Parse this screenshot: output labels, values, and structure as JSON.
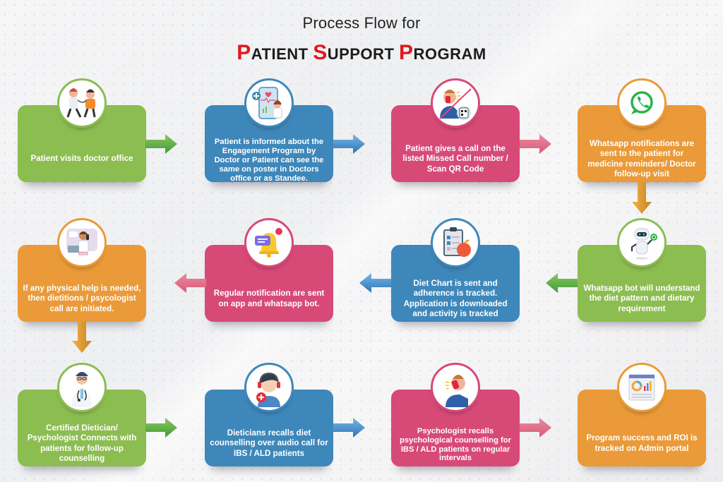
{
  "title": {
    "line1": "Process Flow for",
    "line2_words": [
      {
        "cap": "P",
        "rest": "ATIENT "
      },
      {
        "cap": "S",
        "rest": "UPPORT "
      },
      {
        "cap": "P",
        "rest": "ROGRAM"
      }
    ]
  },
  "colors": {
    "green": "#8cbd51",
    "blue": "#3e87ba",
    "pink": "#d74a78",
    "orange": "#ea9a38",
    "title_accent": "#e3161d"
  },
  "steps": [
    {
      "icon": "doctor-consultation-icon",
      "text": "Patient visits doctor office"
    },
    {
      "icon": "mobile-health-app-icon",
      "text": "Patient is informed about the Engagement Program by Doctor or Patient can see the same on poster in Doctors office or as Standee."
    },
    {
      "icon": "missed-call-qr-icon",
      "text": "Patient gives a call on the listed Missed Call number / Scan QR Code"
    },
    {
      "icon": "whatsapp-icon",
      "text": "Whatsapp notifications are sent to the patient for medicine reminders/ Doctor follow-up visit"
    },
    {
      "icon": "robot-bot-icon",
      "text": "Whatsapp bot will understand the diet pattern and dietary requirement"
    },
    {
      "icon": "diet-chart-clipboard-icon",
      "text": "Diet Chart is sent and adherence is tracked.  Application is downloaded and activity is tracked"
    },
    {
      "icon": "notification-bell-icon",
      "text": "Regular notification are sent on app and whatsapp bot."
    },
    {
      "icon": "doctor-phone-call-icon",
      "text": "If any physical help is needed, then dietitions / psycologist call are initiated."
    },
    {
      "icon": "dietician-doctor-icon",
      "text": "Certified Dietician/ Psychologist Connects with patients for follow-up counselling"
    },
    {
      "icon": "headset-agent-icon",
      "text": "Dieticians recalls diet counselling over audio call for IBS / ALD patients"
    },
    {
      "icon": "person-on-phone-icon",
      "text": "Psychologist recalls psychological counselling for IBS / ALD patients on regular intervals"
    },
    {
      "icon": "analytics-dashboard-icon",
      "text": "Program success and ROI is tracked on Admin portal"
    }
  ]
}
